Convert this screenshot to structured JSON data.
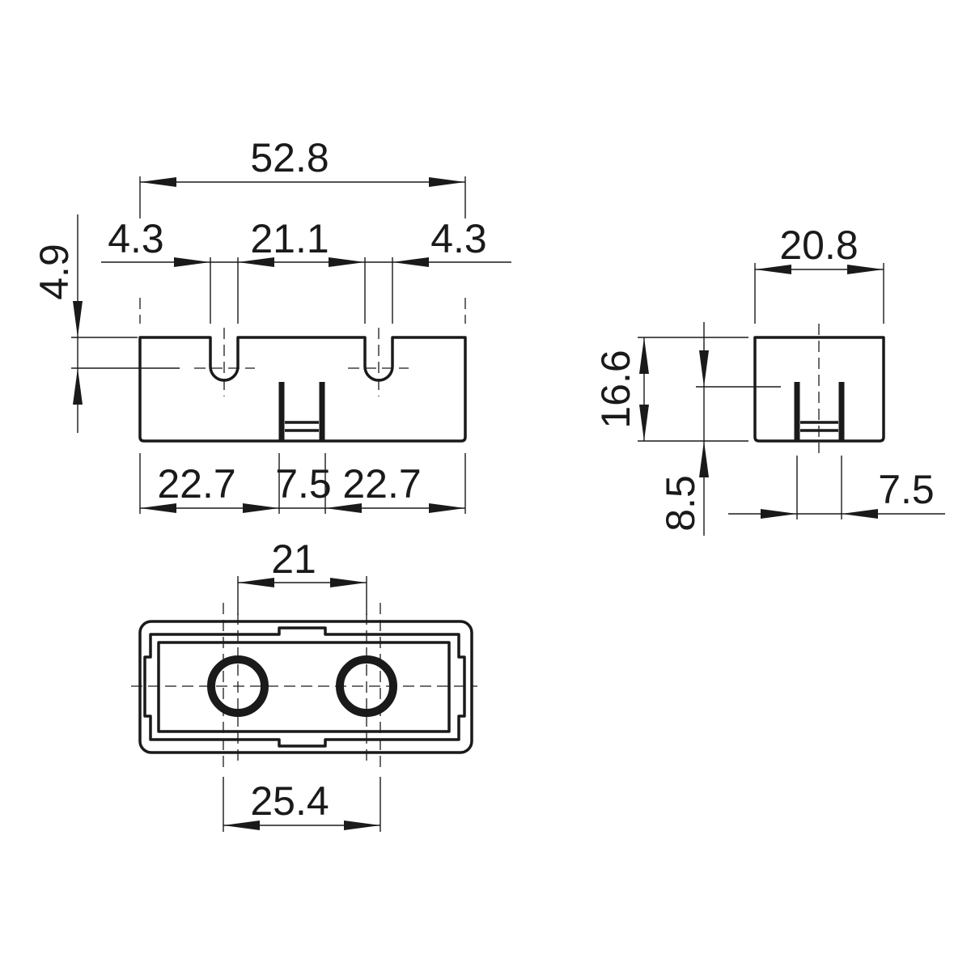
{
  "drawing": {
    "front_view": {
      "overall_length": "52.8",
      "left_offset": "4.3",
      "slot_pitch": "21.1",
      "right_offset": "4.3",
      "slot_depth": "4.9",
      "left_section": "22.7",
      "center_slot": "7.5",
      "right_section": "22.7"
    },
    "side_view": {
      "width": "20.8",
      "height": "16.6",
      "pin_height": "8.5",
      "pin_width": "7.5"
    },
    "top_view": {
      "hole_pitch": "21",
      "mounting_pitch": "25.4"
    }
  }
}
